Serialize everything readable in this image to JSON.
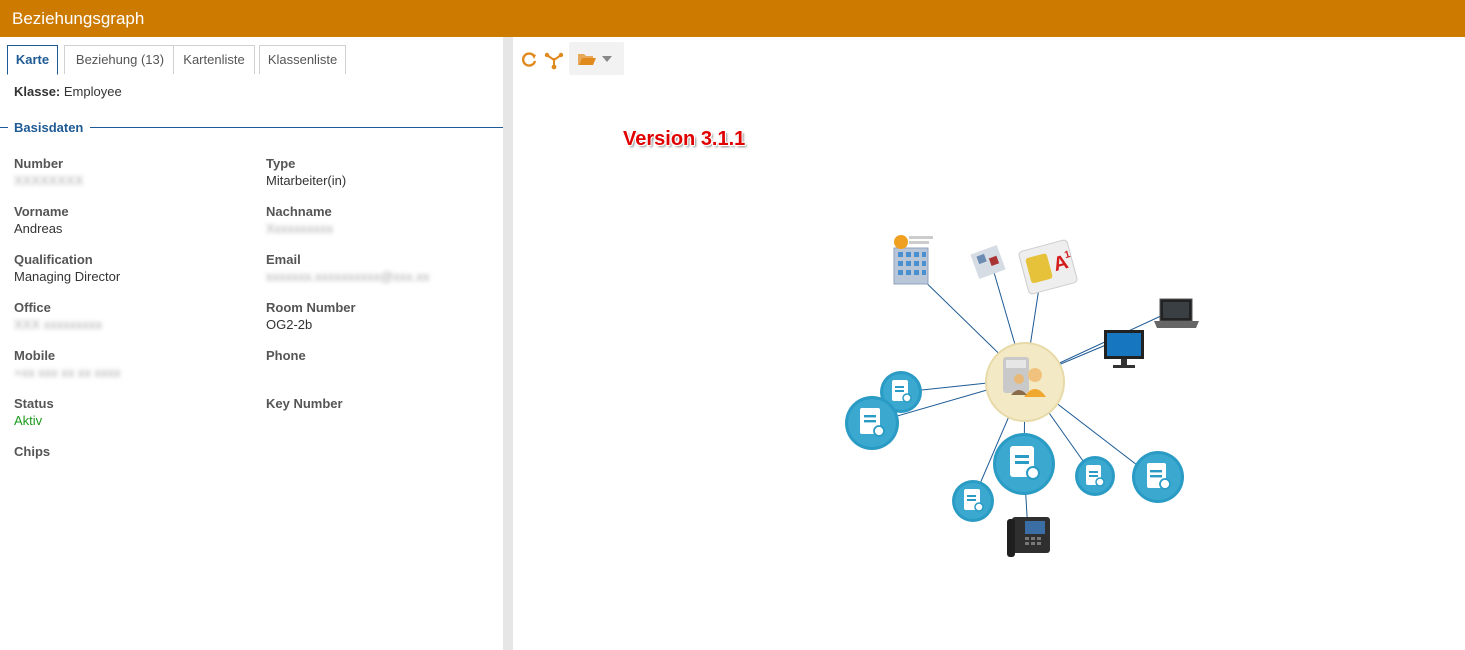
{
  "window": {
    "title": "Beziehungsgraph"
  },
  "tabs": [
    {
      "label": "Karte",
      "active": true
    },
    {
      "label": "Beziehung (13)",
      "active": false
    },
    {
      "label": "Kartenliste",
      "active": false
    },
    {
      "label": "Klassenliste",
      "active": false
    }
  ],
  "klasse": {
    "label": "Klasse:",
    "value": "Employee"
  },
  "section": {
    "title": "Basisdaten"
  },
  "fields": {
    "number": {
      "label": "Number",
      "value": "XXXXXXXX"
    },
    "type": {
      "label": "Type",
      "value": "Mitarbeiter(in)"
    },
    "vorname": {
      "label": "Vorname",
      "value": "Andreas"
    },
    "nachname": {
      "label": "Nachname",
      "value": "Xxxxxxxxxx"
    },
    "qualification": {
      "label": "Qualification",
      "value": "Managing Director"
    },
    "email": {
      "label": "Email",
      "value": "xxxxxxx.xxxxxxxxxx@xxx.xx"
    },
    "office": {
      "label": "Office",
      "value": "XXX xxxxxxxxx"
    },
    "room_number": {
      "label": "Room Number",
      "value": "OG2-2b"
    },
    "mobile": {
      "label": "Mobile",
      "value": "+xx xxx xx xx xxxx"
    },
    "phone": {
      "label": "Phone",
      "value": ""
    },
    "status": {
      "label": "Status",
      "value": "Aktiv"
    },
    "key_number": {
      "label": "Key Number",
      "value": ""
    },
    "chips": {
      "label": "Chips",
      "value": ""
    }
  },
  "graph": {
    "version_label": "Version 3.1.1",
    "center_icon": "employee-node-icon",
    "node_icons": [
      "building-icon",
      "company-logo-icon",
      "sim-card-icon",
      "laptop-icon",
      "monitor-icon",
      "desk-phone-icon",
      "document-certificate-icon"
    ]
  },
  "colors": {
    "header_bg": "#cc7a00",
    "accent_blue": "#1e5b94",
    "status_green": "#1d9a1d",
    "node_blue": "#2a9bc4",
    "toolbar_orange": "#e08a1e"
  }
}
